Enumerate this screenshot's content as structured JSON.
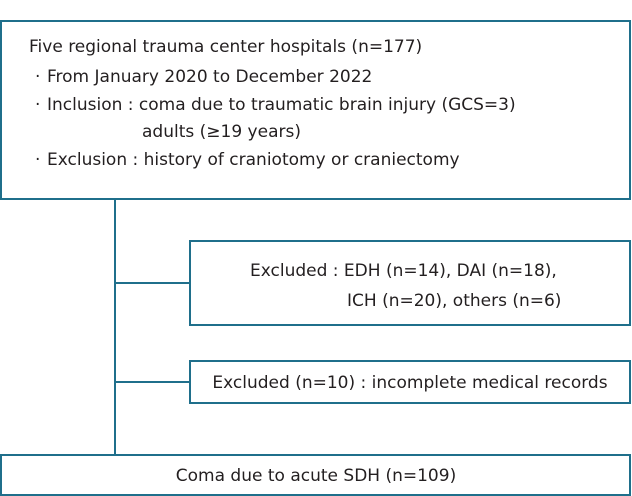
{
  "diagram": {
    "colors": {
      "stroke": "#1f6f8b",
      "text": "#231f20",
      "background": "#ffffff"
    },
    "top_box": {
      "title": "Five regional trauma center hospitals (n=177)",
      "bullet": "·",
      "period": "From January 2020 to December 2022",
      "inclusion": "Inclusion : coma due to traumatic brain injury (GCS=3)",
      "inclusion_cont": "adults (≥19 years)",
      "exclusion": "Exclusion : history of craniotomy or craniectomy"
    },
    "excluded_box_1": {
      "line1": "Excluded : EDH (n=14), DAI (n=18),",
      "line2": "ICH (n=20), others (n=6)"
    },
    "excluded_box_2": {
      "text": "Excluded (n=10) : incomplete medical records"
    },
    "final_box": {
      "text": "Coma due to acute SDH (n=109)"
    }
  }
}
